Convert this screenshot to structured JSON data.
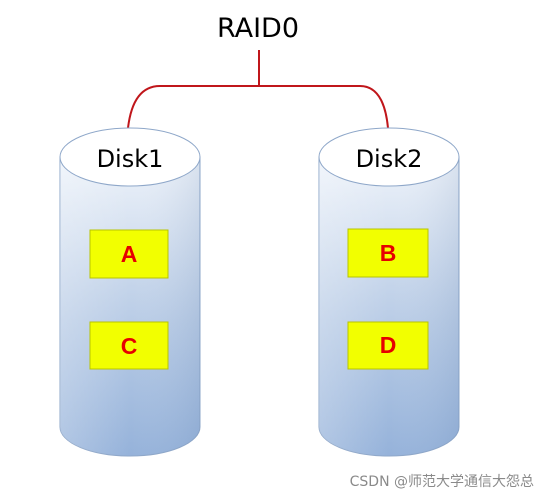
{
  "title": "RAID0",
  "disks": [
    {
      "label": "Disk1",
      "blocks": [
        "A",
        "C"
      ]
    },
    {
      "label": "Disk2",
      "blocks": [
        "B",
        "D"
      ]
    }
  ],
  "watermark": "CSDN @师范大学通信大怨总",
  "colors": {
    "connector": "#c0161b",
    "cylinder_light": "#eef3fa",
    "cylinder_mid": "#b9cce6",
    "cylinder_dark": "#95b2da",
    "cylinder_top": "#ffffff",
    "block_fill": "#f2ff00",
    "block_text": "#e60000"
  }
}
